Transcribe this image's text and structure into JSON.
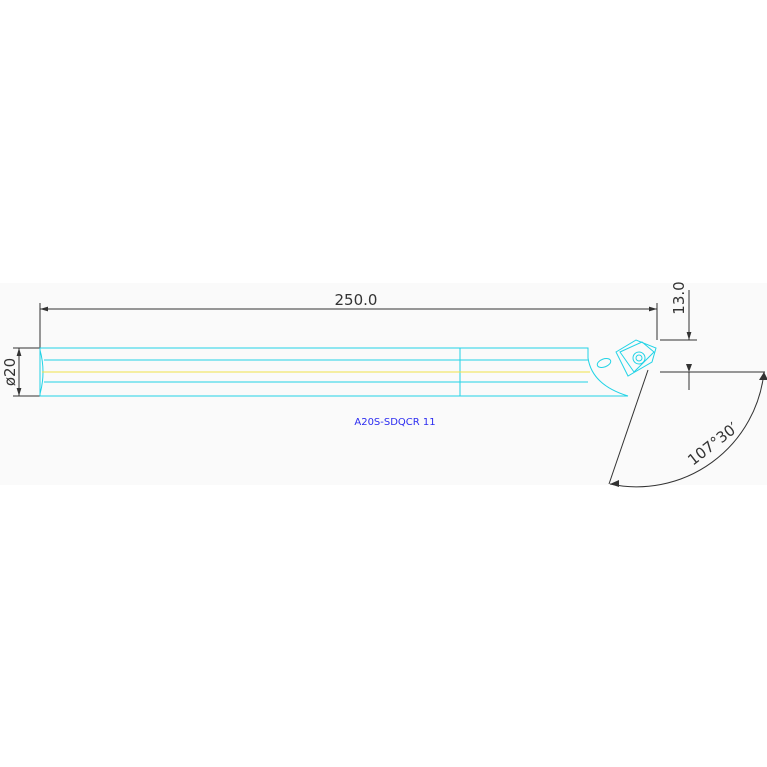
{
  "drawing": {
    "dimensions": {
      "length": "250.0",
      "diameter": "ø20",
      "height": "13.0",
      "angle": "107°30′"
    },
    "part_label": "A20S-SDQCR 11"
  },
  "colors": {
    "part_outline": "#22d3e6",
    "center_line": "#f0e14a",
    "dimension": "#333333",
    "label": "#2c2cf0",
    "panel": "#fafafa"
  }
}
